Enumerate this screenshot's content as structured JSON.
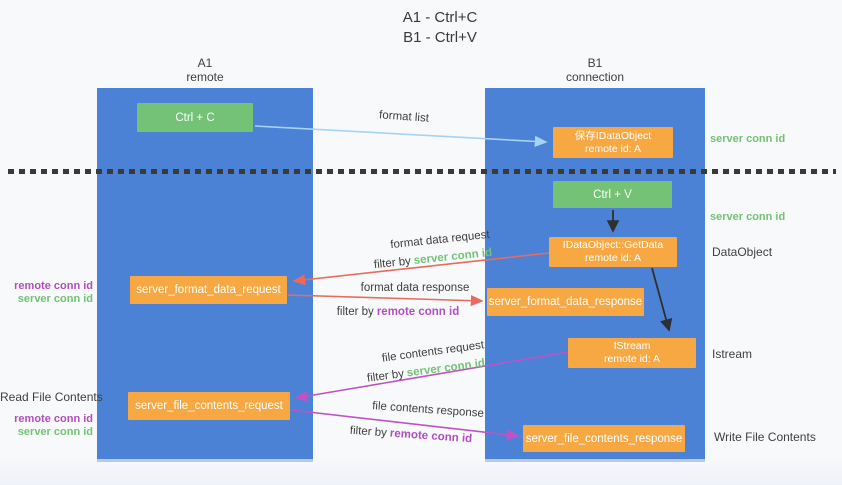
{
  "title": {
    "line1": "A1 - Ctrl+C",
    "line2": "B1 - Ctrl+V"
  },
  "lanes": {
    "a1": {
      "name": "A1",
      "subtitle": "remote"
    },
    "b1": {
      "name": "B1",
      "subtitle": "connection"
    }
  },
  "nodes": {
    "ctrl_c": "Ctrl + C",
    "ctrl_v": "Ctrl + V",
    "save_idataobject": {
      "line1": "保存IDataObject",
      "line2": "remote id: A"
    },
    "getdata": {
      "line1": "IDataObject::GetData",
      "line2": "remote id: A"
    },
    "istream": {
      "line1": "IStream",
      "line2": "remote id: A"
    },
    "server_format_data_request": "server_format_data_request",
    "server_format_data_response": "server_format_data_response",
    "server_file_contents_request": "server_file_contents_request",
    "server_file_contents_response": "server_file_contents_response"
  },
  "edge_labels": {
    "format_list": "format list",
    "format_data_request": "format data request",
    "format_data_response": "format data response",
    "file_contents_request": "file contents request",
    "file_contents_response": "file contents response",
    "filter_by": "filter by",
    "server_conn_id": "server conn id",
    "remote_conn_id": "remote conn id"
  },
  "side_labels": {
    "server_conn_id_top_right": "server conn id",
    "server_conn_id_mid_right": "server conn id",
    "dataobject": "DataObject",
    "istream": "Istream",
    "write_file_contents": "Write File Contents",
    "read_file_contents": "Read File Contents",
    "remote_conn_id_left_upper": "remote conn id",
    "server_conn_id_left_upper": "server conn id",
    "remote_conn_id_left_lower": "remote conn id",
    "server_conn_id_left_lower": "server conn id"
  },
  "colors": {
    "lane_fill": "#4c82d6",
    "action_box_green": "#74c276",
    "message_box_orange": "#f8a843",
    "server_conn_id_green": "#72c375",
    "remote_conn_id_purple": "#b04fc0",
    "format_arrow_red": "#ea6a5e",
    "contents_arrow_magenta": "#bf53c6",
    "format_list_arrow_blue": "#a7d3f2",
    "black_arrow": "#2f2f2f",
    "background": "#f8f9fa"
  }
}
